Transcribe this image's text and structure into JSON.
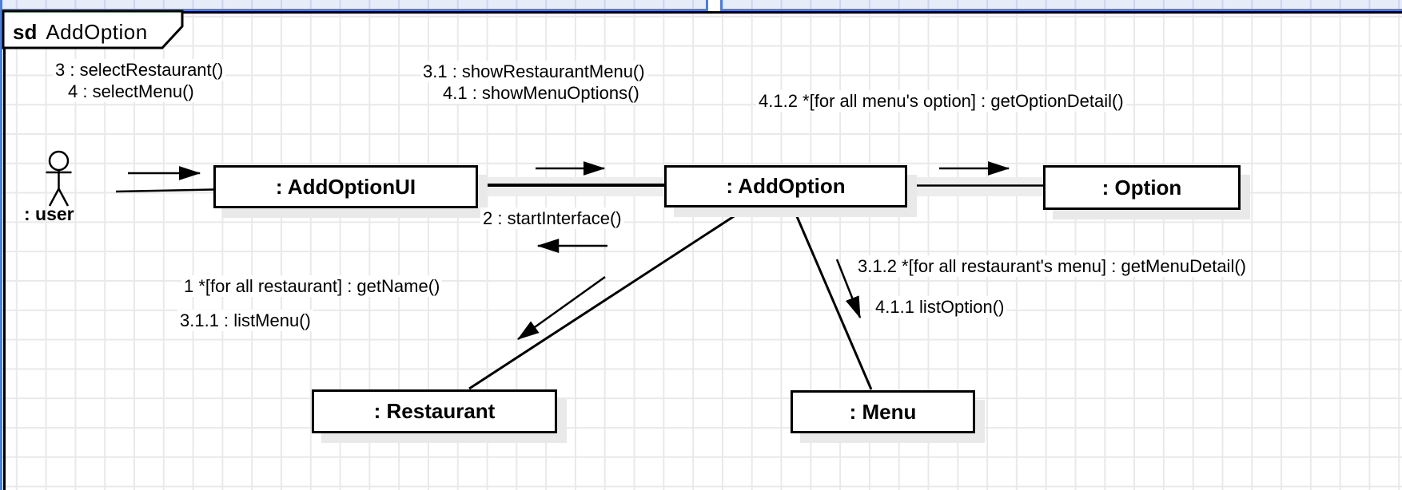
{
  "frame": {
    "operator": "sd",
    "title": "AddOption"
  },
  "actor": {
    "label": ": user"
  },
  "objects": {
    "add_option_ui": ": AddOptionUI",
    "add_option": ": AddOption",
    "option": ": Option",
    "restaurant": ": Restaurant",
    "menu": ": Menu"
  },
  "messages": {
    "select_restaurant": "3 : selectRestaurant()",
    "select_menu": "4 : selectMenu()",
    "show_restaurant_menu": "3.1 : showRestaurantMenu()",
    "show_menu_options": "4.1 : showMenuOptions()",
    "get_option_detail": "4.1.2 *[for all menu's option] : getOptionDetail()",
    "start_interface": "2 : startInterface()",
    "get_name": "1 *[for all restaurant] : getName()",
    "list_menu": "3.1.1 : listMenu()",
    "get_menu_detail": "3.1.2 *[for all restaurant's menu] : getMenuDetail()",
    "list_option": "4.1.1 listOption()"
  },
  "colors": {
    "page_edge_blue": "#4e7fd7",
    "band_fill": "#e7ecf9",
    "grid_line": "#e9e9e9",
    "shadow": "#e9e9e9",
    "stroke": "#000000"
  }
}
